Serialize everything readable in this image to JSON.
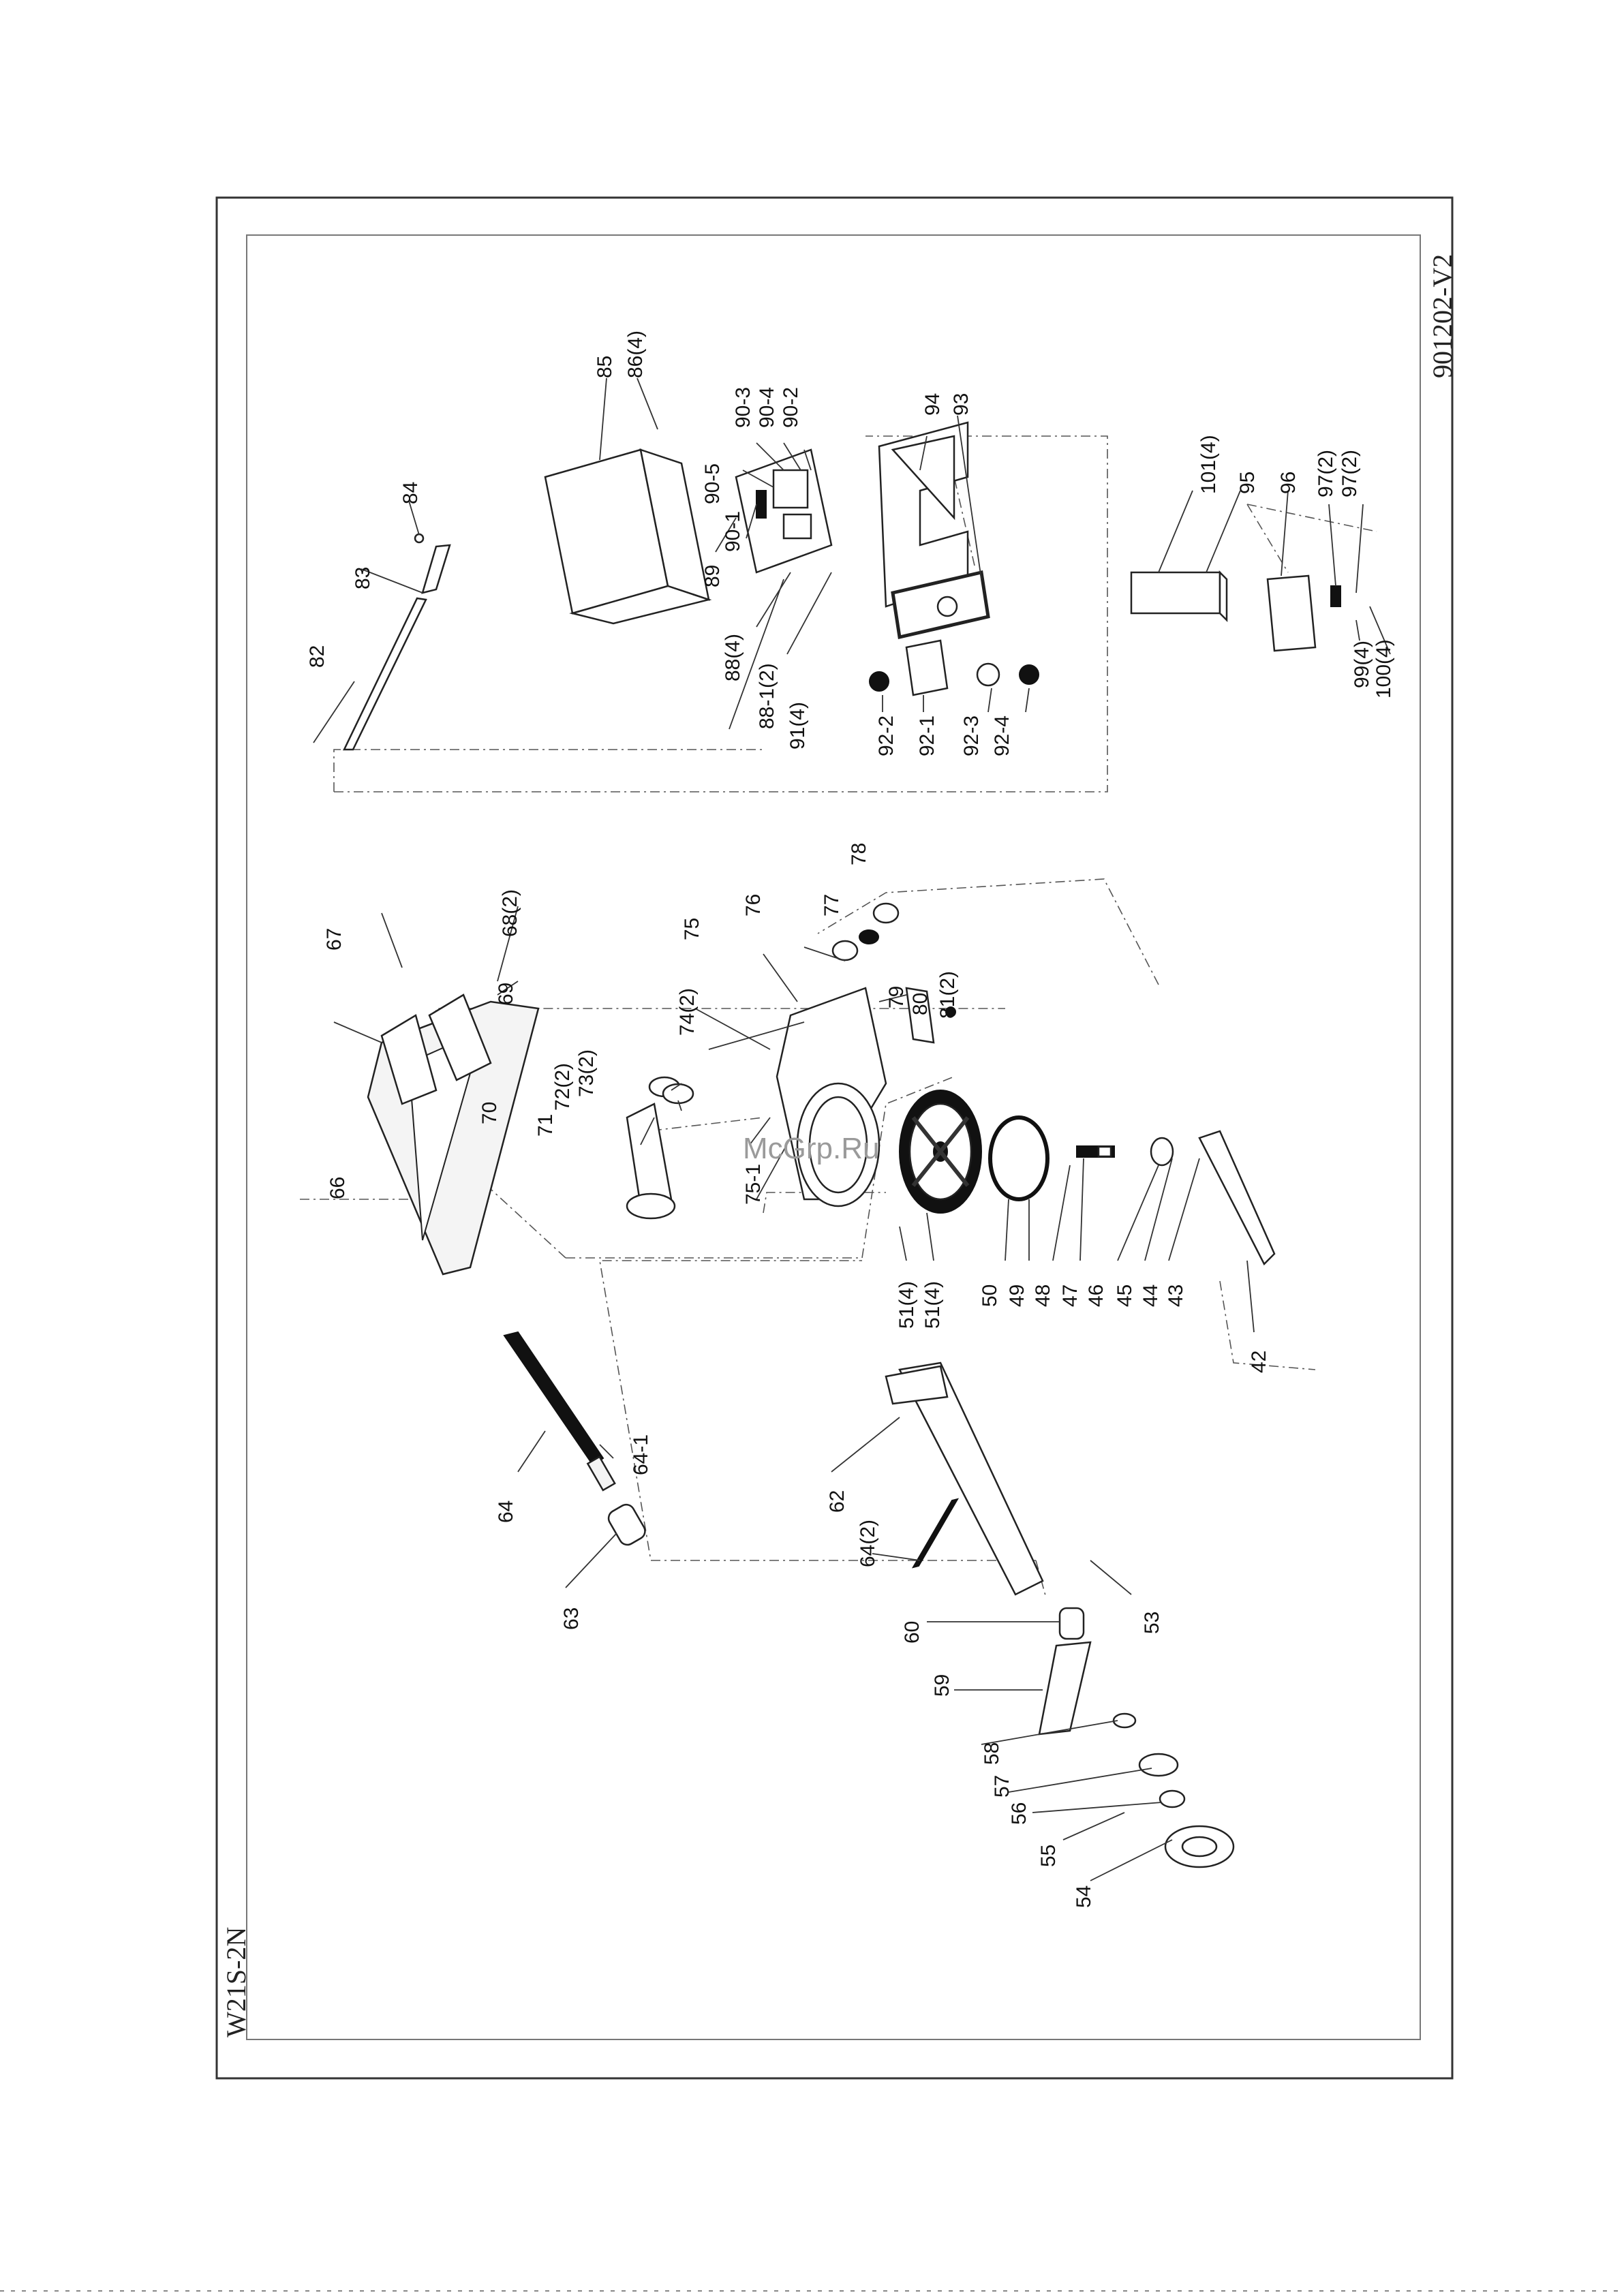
{
  "drawing": {
    "model": "W21S-2N",
    "revision": "901202-V2",
    "watermark": "McGrp.Ru"
  },
  "callouts": {
    "c42": "42",
    "c43": "43",
    "c44": "44",
    "c45": "45",
    "c46": "46",
    "c47": "47",
    "c48": "48",
    "c49": "49",
    "c50": "50",
    "c51a": "51(4)",
    "c51b": "51(4)",
    "c53": "53",
    "c54": "54",
    "c55": "55",
    "c56": "56",
    "c57": "57",
    "c58": "58",
    "c59": "59",
    "c60": "60",
    "c62": "62",
    "c63": "63",
    "c64": "64",
    "c64_1": "64-1",
    "c64_2": "64(2)",
    "c66": "66",
    "c67": "67",
    "c68": "68(2)",
    "c69": "69",
    "c70": "70",
    "c71": "71",
    "c72": "72(2)",
    "c73": "73(2)",
    "c74": "74(2)",
    "c75": "75",
    "c75_1": "75-1",
    "c76": "76",
    "c77": "77",
    "c78": "78",
    "c79": "79",
    "c80": "80",
    "c81": "81(2)",
    "c82": "82",
    "c83": "83",
    "c84": "84",
    "c85": "85",
    "c86": "86(4)",
    "c88": "88(4)",
    "c88_1": "88-1(2)",
    "c89": "89",
    "c90_1": "90-1",
    "c90_2": "90-2",
    "c90_3": "90-3",
    "c90_4": "90-4",
    "c90_5": "90-5",
    "c91": "91(4)",
    "c92_1": "92-1",
    "c92_2": "92-2",
    "c92_3": "92-3",
    "c92_4": "92-4",
    "c93": "93",
    "c94": "94",
    "c95": "95",
    "c96": "96",
    "c97a": "97(2)",
    "c97b": "97(2)",
    "c99": "99(4)",
    "c100": "100(4)",
    "c101": "101(4)"
  }
}
